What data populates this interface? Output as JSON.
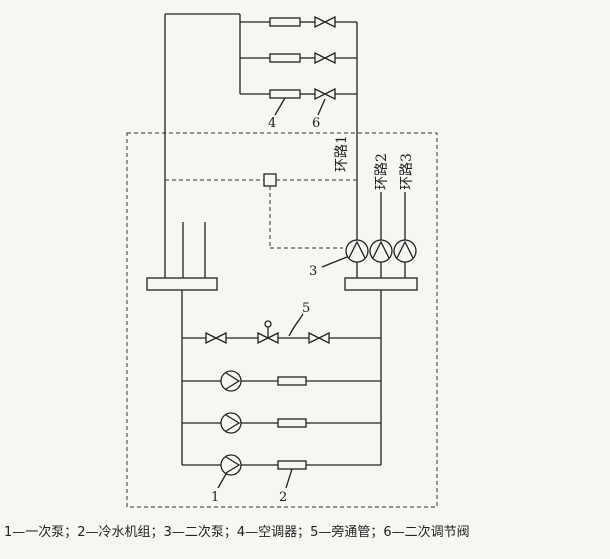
{
  "labels": {
    "num_1": "1",
    "num_2": "2",
    "num_3": "3",
    "num_4": "4",
    "num_5": "5",
    "num_6": "6",
    "loop_1": "环路1",
    "loop_2": "环路2",
    "loop_3": "环路3"
  },
  "caption": "1—一次泵；2—冷水机组；3—二次泵；4—空调器；5—旁通管；6—二次调节阀"
}
